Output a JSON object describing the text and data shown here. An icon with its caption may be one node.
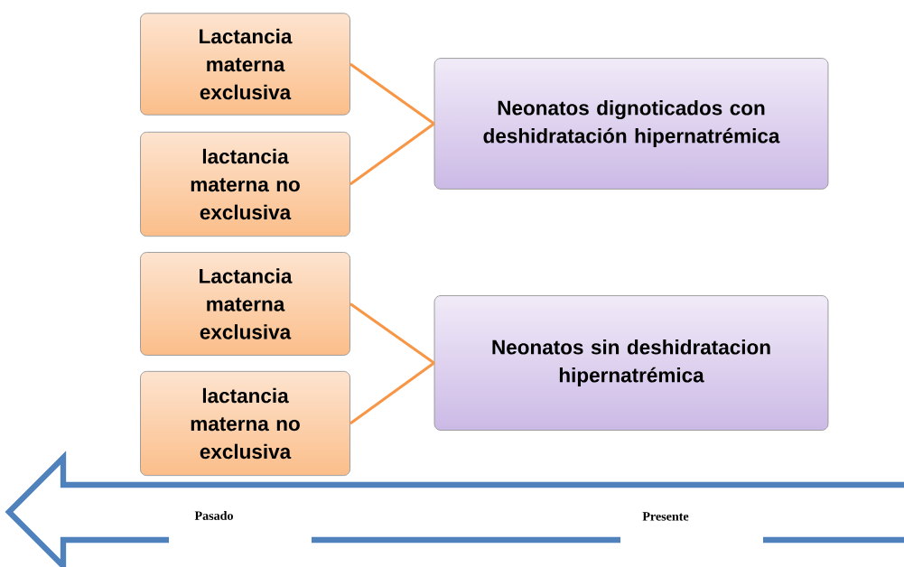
{
  "diagram": {
    "nodes": [
      {
        "text": [
          "Lactancia materna exclusiva"
        ]
      },
      {
        "text": [
          "lactancia materna no exclusiva"
        ]
      },
      {
        "text": [
          "Neonatos dignoticados con deshidratación hipernatrémica"
        ]
      },
      {
        "text": [
          "Lactancia materna exclusiva"
        ]
      },
      {
        "text": [
          "lactancia materna no exclusiva"
        ]
      },
      {
        "text": [
          "Neonatos sin deshidratacion hipernatrémica"
        ]
      }
    ],
    "edges": [
      {
        "from": 0,
        "to": 2,
        "arrow": "none"
      },
      {
        "from": 1,
        "to": 2,
        "arrow": "none"
      },
      {
        "from": 3,
        "to": 5,
        "arrow": "none"
      },
      {
        "from": 4,
        "to": 5,
        "arrow": "none"
      }
    ],
    "labels": [
      "Pasado",
      "Presente"
    ]
  }
}
